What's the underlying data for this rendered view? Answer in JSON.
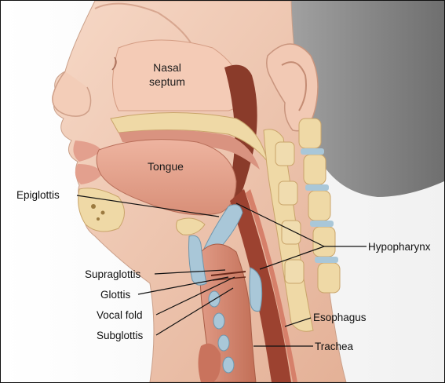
{
  "labels": {
    "nasal_septum_line1": "Nasal",
    "nasal_septum_line2": "septum",
    "tongue": "Tongue",
    "epiglottis": "Epiglottis",
    "hypopharynx": "Hypopharynx",
    "supraglottis": "Supraglottis",
    "glottis": "Glottis",
    "vocal_fold": "Vocal fold",
    "subglottis": "Subglottis",
    "esophagus": "Esophagus",
    "trachea": "Trachea"
  },
  "colors": {
    "background": "#ffffff",
    "skin": "#f0c9b3",
    "skin_shadow": "#d9a58c",
    "mucosa": "#c77a63",
    "cavity": "#8a3b2a",
    "hair_gray": "#8d8d8d",
    "bone": "#efd9a6",
    "cartilage_blue": "#a9c7d8",
    "leader_line": "#111111"
  }
}
